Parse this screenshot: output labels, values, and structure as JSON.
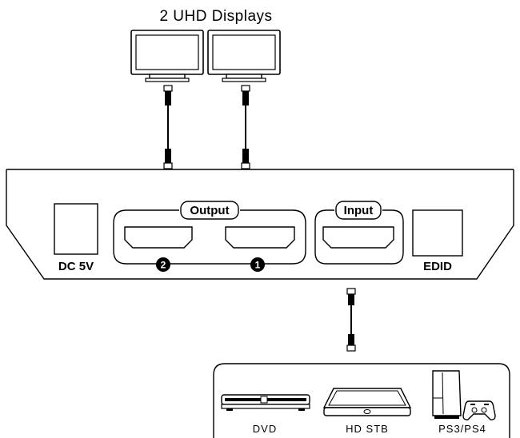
{
  "title": "2 UHD Displays",
  "device": {
    "power_label": "DC 5V",
    "output_label": "Output",
    "input_label": "Input",
    "edid_label": "EDID",
    "port_badges": [
      "2",
      "1"
    ]
  },
  "sources": [
    "DVD",
    "HD  STB",
    "PS3/PS4"
  ]
}
